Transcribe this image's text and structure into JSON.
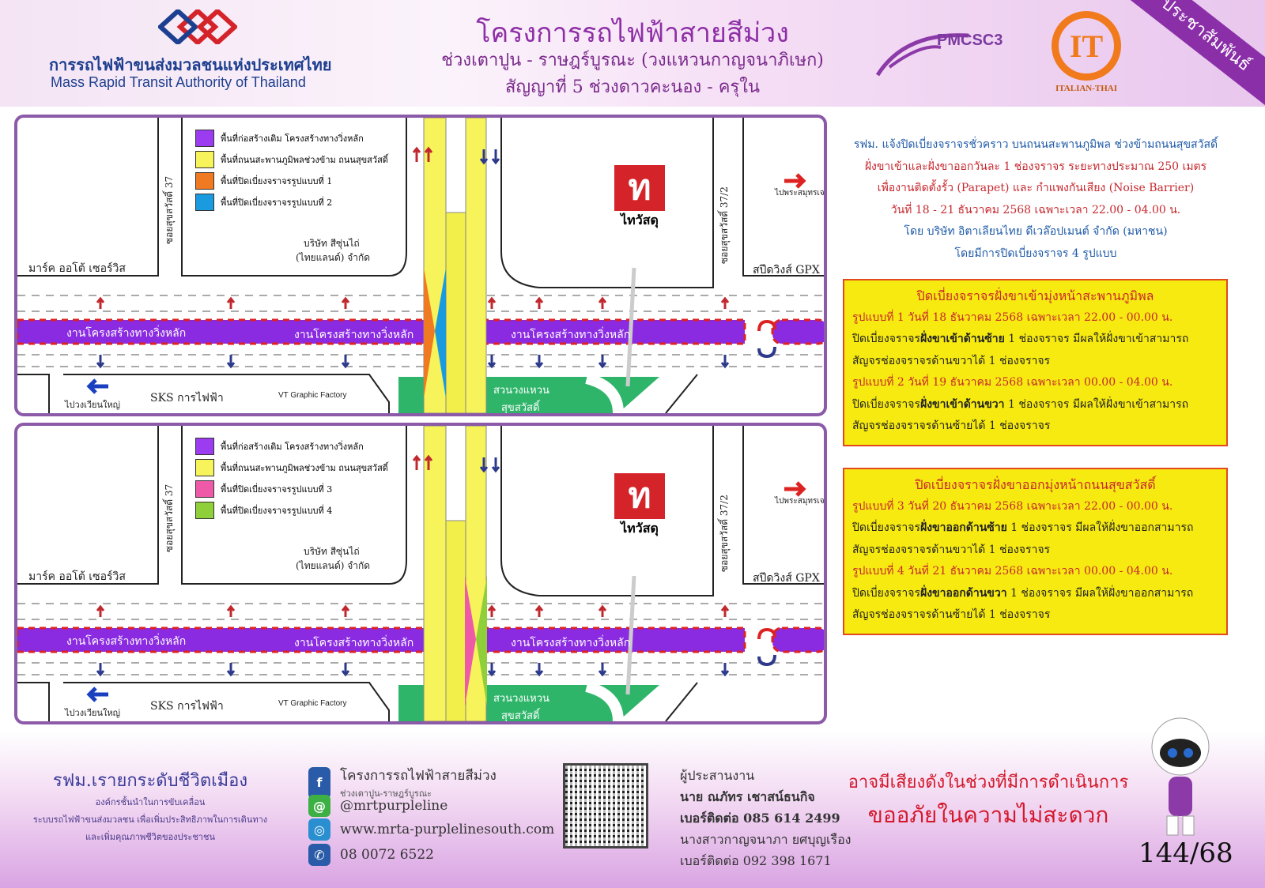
{
  "header": {
    "org_th": "การรถไฟฟ้าขนส่งมวลชนแห่งประเทศไทย",
    "org_en": "Mass Rapid Transit Authority of Thailand",
    "title": "โครงการรถไฟฟ้าสายสีม่วง",
    "subtitle": "ช่วงเตาปูน - ราษฎร์บูรณะ (วงแหวนกาญจนาภิเษก)",
    "contract": "สัญญาที่ 5 ช่วงดาวคะนอง - ครุใน",
    "pmc_logo": "PMCSC3",
    "it_logo": "IT",
    "it_name": "ITALIAN-THAI",
    "ribbon": "ประชาสัมพันธ์"
  },
  "map": {
    "mark_auto": "มาร์ค ออโต้ เซอร์วิส",
    "soi37": "ซอยสุขสวัสดิ์ 37",
    "company": "บริษัท สีซุ่นไถ่",
    "company2": "(ไทยแลนด์) จำกัด",
    "thaiwatsadu": "ไทวัสดุ",
    "to_phra": "ไปพระสมุทรเจดีย์",
    "soi37_2": "ซอยสุขสวัสดิ์ 37/2",
    "gpx": "สปีดวิงส์ GPX",
    "main_works": "งานโครงสร้างทางวิ่งหลัก",
    "to_wongwian": "ไปวงเวียนใหญ่",
    "sks": "SKS การไฟฟ้า",
    "vt": "VT Graphic Factory",
    "park1": "สวนวงแหวน",
    "park2": "สุขสวัสดิ์"
  },
  "panels": [
    {
      "legend": [
        {
          "label": "พื้นที่ก่อสร้างเดิม โครงสร้างทางวิ่งหลัก",
          "color": "#9b3cf0"
        },
        {
          "label": "พื้นที่ถนนสะพานภูมิพลช่วงข้าม ถนนสุขสวัสดิ์",
          "color": "#f7f35a"
        },
        {
          "label": "พื้นที่ปิดเบี่ยงจราจรรูปแบบที่ 1",
          "color": "#f07a22"
        },
        {
          "label": "พื้นที่ปิดเบี่ยงจราจรรูปแบบที่ 2",
          "color": "#1a9be0"
        }
      ],
      "closure_side": "left"
    },
    {
      "legend": [
        {
          "label": "พื้นที่ก่อสร้างเดิม โครงสร้างทางวิ่งหลัก",
          "color": "#9b3cf0"
        },
        {
          "label": "พื้นที่ถนนสะพานภูมิพลช่วงข้าม ถนนสุขสวัสดิ์",
          "color": "#f7f35a"
        },
        {
          "label": "พื้นที่ปิดเบี่ยงจราจรรูปแบบที่ 3",
          "color": "#ee5aa8"
        },
        {
          "label": "พื้นที่ปิดเบี่ยงจราจรรูปแบบที่ 4",
          "color": "#8fcf3a"
        }
      ],
      "closure_side": "right"
    }
  ],
  "info": [
    "รฟม. แจ้งปิดเบี่ยงจราจรชั่วคราว บนถนนสะพานภูมิพล ช่วงข้ามถนนสุขสวัสดิ์",
    "ฝั่งขาเข้าและฝั่งขาออกวันละ 1 ช่องจราจร ระยะทางประมาณ 250 เมตร",
    "เพื่องานติดตั้งรั้ว (Parapet) และ กำแพงกันเสียง (Noise Barrier)",
    "วันที่ 18 - 21 ธันวาคม 2568 เฉพาะเวลา 22.00 - 04.00 น.",
    "โดย บริษัท อิตาเลียนไทย ดีเวล๊อปเมนต์ จำกัด (มหาชน)",
    "โดยมีการปิดเบี่ยงจราจร 4 รูปแบบ"
  ],
  "boxes": [
    {
      "heading": "ปิดเบี่ยงจราจรฝั่งขาเข้ามุ่งหน้าสะพานภูมิพล",
      "items": [
        {
          "when": "รูปแบบที่ 1 วันที่ 18 ธันวาคม 2568 เฉพาะเวลา 22.00 - 00.00 น.",
          "pre": "ปิดเบี่ยงจราจร",
          "bold": "ฝั่งขาเข้าด้านซ้าย",
          "post": " 1 ช่องจราจร มีผลให้ฝั่งขาเข้าสามารถ",
          "line2": "สัญจรช่องจราจรด้านขวาได้ 1 ช่องจราจร"
        },
        {
          "when": "รูปแบบที่ 2 วันที่ 19 ธันวาคม 2568 เฉพาะเวลา 00.00 - 04.00 น.",
          "pre": "ปิดเบี่ยงจราจร",
          "bold": "ฝั่งขาเข้าด้านขวา",
          "post": " 1 ช่องจราจร มีผลให้ฝั่งขาเข้าสามารถ",
          "line2": "สัญจรช่องจราจรด้านซ้ายได้ 1 ช่องจราจร"
        }
      ]
    },
    {
      "heading": "ปิดเบี่ยงจราจรฝั่งขาออกมุ่งหน้าถนนสุขสวัสดิ์",
      "items": [
        {
          "when": "รูปแบบที่ 3 วันที่ 20 ธันวาคม 2568 เฉพาะเวลา 22.00 - 00.00 น.",
          "pre": "ปิดเบี่ยงจราจร",
          "bold": "ฝั่งขาออกด้านซ้าย",
          "post": " 1 ช่องจราจร มีผลให้ฝั่งขาออกสามารถ",
          "line2": "สัญจรช่องจราจรด้านขวาได้ 1 ช่องจราจร"
        },
        {
          "when": "รูปแบบที่ 4 วันที่ 21 ธันวาคม 2568 เฉพาะเวลา 00.00 - 04.00 น.",
          "pre": "ปิดเบี่ยงจราจร",
          "bold": "ฝั่งขาออกด้านขวา",
          "post": " 1 ช่องจราจร มีผลให้ฝั่งขาออกสามารถ",
          "line2": "สัญจรช่องจราจรด้านซ้ายได้ 1 ช่องจราจร"
        }
      ]
    }
  ],
  "footer": {
    "slogan": "รฟม.เรายกระดับชีวิตเมือง",
    "sub": [
      "องค์กรชั้นนำในการขับเคลื่อน",
      "ระบบรถไฟฟ้าขนส่งมวลชน เพื่อเพิ่มประสิทธิภาพในการเดินทาง",
      "และเพิ่มคุณภาพชีวิตของประชาชน"
    ],
    "facebook": "โครงการรถไฟฟ้าสายสีม่วง",
    "facebook_sub": "ช่วงเตาปูน-ราษฎร์บูรณะ",
    "line": "@mrtpurpleline",
    "web": "www.mrta-purplelinesouth.com",
    "phone": "08 0072 6522",
    "coord_title": "ผู้ประสานงาน",
    "coord1": "นาย ณภัทร เชาสน์ธนกิจ",
    "coord1_tel": "เบอร์ติดต่อ 085 614 2499",
    "coord2": "นางสาวกาญจนาภา ยศบุญเรือง",
    "coord2_tel": "เบอร์ติดต่อ 092 398 1671",
    "notice1": "อาจมีเสียงดังในช่วงที่มีการดำเนินการ",
    "notice2": "ขออภัยในความไม่สะดวก",
    "doc_no": "144/68"
  }
}
